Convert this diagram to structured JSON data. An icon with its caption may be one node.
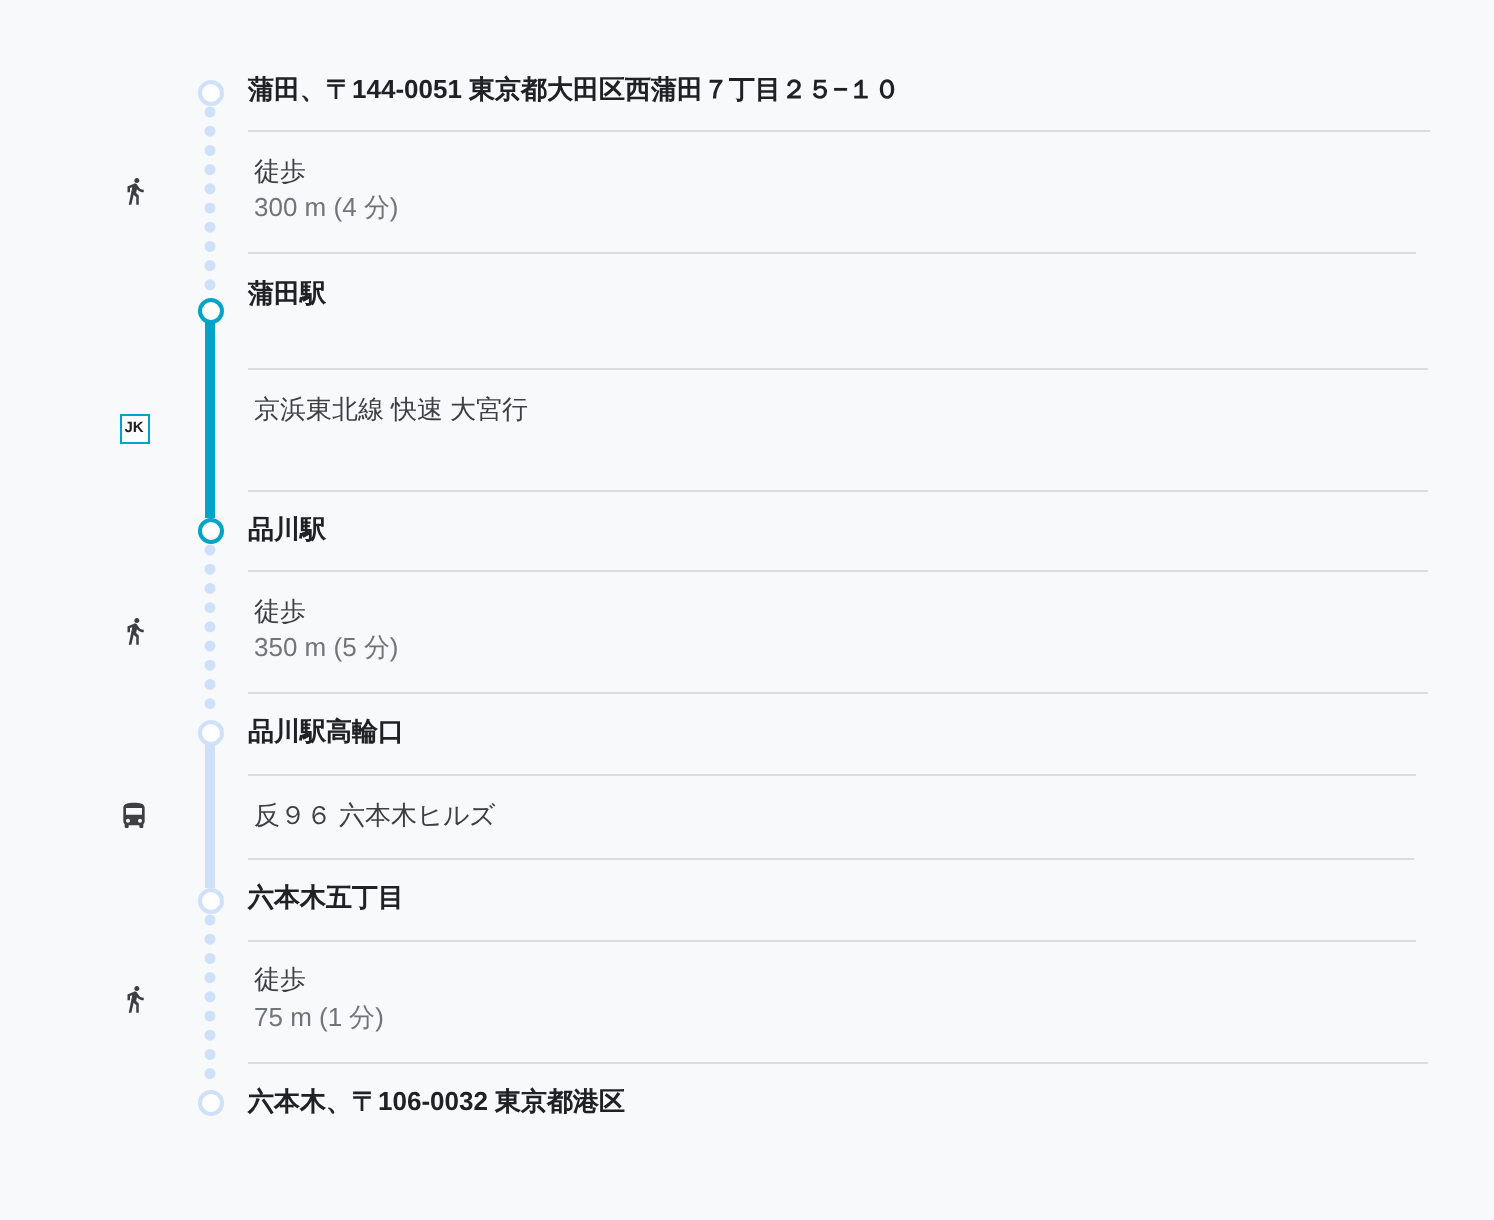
{
  "diagram": {
    "nodes": [
      {
        "text": [],
        "shape": "circle",
        "beside": [
          "蒲田、〒144-0051 東京都大田区西蒲田７丁目２５−１０"
        ]
      },
      {
        "text": [],
        "shape": "circle",
        "beside": [
          "蒲田駅"
        ]
      },
      {
        "text": [
          "JK"
        ]
      },
      {
        "text": [],
        "shape": "circle",
        "beside": [
          "品川駅"
        ]
      },
      {
        "text": [],
        "shape": "circle",
        "beside": [
          "品川駅高輪口"
        ]
      },
      {
        "text": [],
        "shape": "circle",
        "beside": [
          "六本木五丁目"
        ]
      },
      {
        "text": [],
        "shape": "circle",
        "beside": [
          "六本木、〒106-0032 東京都港区"
        ]
      }
    ],
    "edges": [
      {
        "from": 0,
        "to": 1,
        "arrow": "none",
        "style": "dashed"
      },
      {
        "from": 1,
        "to": 3,
        "arrow": "none",
        "color": "#00a4c7"
      },
      {
        "from": 3,
        "to": 4,
        "arrow": "none",
        "style": "dashed"
      },
      {
        "from": 4,
        "to": 5,
        "arrow": "none"
      },
      {
        "from": 5,
        "to": 6,
        "arrow": "none",
        "style": "dashed"
      }
    ],
    "labels": [
      "徒歩",
      "300 m (4 分)",
      "京浜東北線 快速 大宮行",
      "徒歩",
      "350 m (5 分)",
      "反９６ 六本木ヒルズ",
      "徒歩",
      "75 m (1 分)"
    ]
  }
}
